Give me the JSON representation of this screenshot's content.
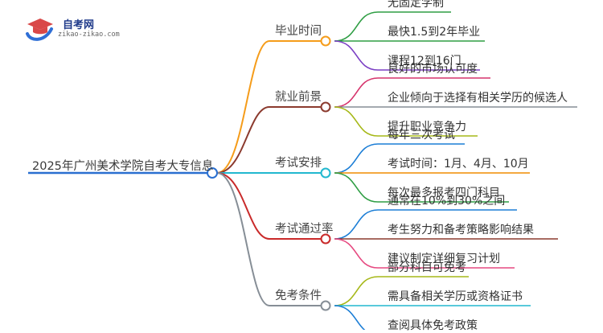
{
  "logo": {
    "title": "自考网",
    "url": "zikao-zikao.com",
    "colors": {
      "cap": "#d94848",
      "swoosh": "#2f6fd6"
    }
  },
  "root": {
    "label": "2025年广州美术学院自考大专信息",
    "color": "#2a6fd0"
  },
  "branches": [
    {
      "label": "毕业时间",
      "color": "#f59c1a",
      "leaves": [
        {
          "label": "无固定学制",
          "color": "#2f9e44"
        },
        {
          "label": "最快1.5到2年毕业",
          "color": "#2f9e44"
        },
        {
          "label": "课程12到16门",
          "color": "#7b3fc4"
        }
      ]
    },
    {
      "label": "就业前景",
      "color": "#8b3a2e",
      "leaves": [
        {
          "label": "良好的市场认可度",
          "color": "#d6336c"
        },
        {
          "label": "企业倾向于选择有相关学历的候选人",
          "color": "#868e96"
        },
        {
          "label": "提升职业竞争力",
          "color": "#a6b818"
        }
      ]
    },
    {
      "label": "考试安排",
      "color": "#22b8cf",
      "leaves": [
        {
          "label": "每年三次考试",
          "color": "#1c7ed6"
        },
        {
          "label": "考试时间：1月、4月、10月",
          "color": "#f08c00"
        },
        {
          "label": "每次最多报考四门科目",
          "color": "#2f9e44"
        }
      ]
    },
    {
      "label": "考试通过率",
      "color": "#c92a2a",
      "leaves": [
        {
          "label": "通常在10%到30%之间",
          "color": "#1c7ed6"
        },
        {
          "label": "考生努力和备考策略影响结果",
          "color": "#8b3a2e"
        },
        {
          "label": "建议制定详细复习计划",
          "color": "#e64980"
        }
      ]
    },
    {
      "label": "免考条件",
      "color": "#868e96",
      "leaves": [
        {
          "label": "部分科目可免考",
          "color": "#a6b818"
        },
        {
          "label": "需具备相关学历或资格证书",
          "color": "#22b8cf"
        },
        {
          "label": "查阅具体免考政策",
          "color": "#1c7ed6"
        }
      ]
    }
  ]
}
